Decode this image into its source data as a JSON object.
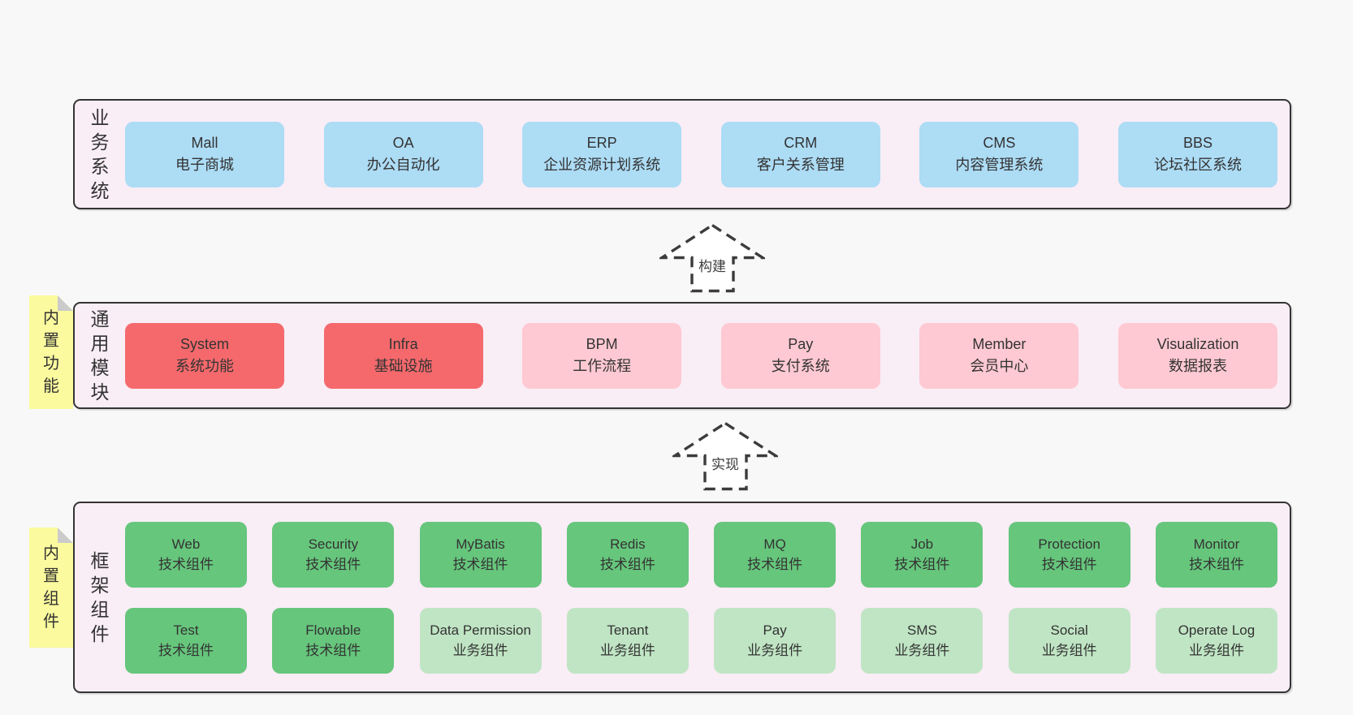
{
  "page": {
    "background": "#f8f8f8"
  },
  "palette": {
    "panel_bg": "#f9edf6",
    "panel_border": "#343434",
    "blue": "#addcf5",
    "red": "#f5696c",
    "pink": "#fec9d2",
    "green": "#66c67c",
    "light_green": "#c0e5c4",
    "note_yellow": "#fbfa9e",
    "note_fold": "#cbcbcb",
    "text": "#333333"
  },
  "arrows": [
    {
      "id": "build",
      "label": "构建"
    },
    {
      "id": "implement",
      "label": "实现"
    }
  ],
  "sections": [
    {
      "id": "business-systems",
      "side_label": "业务系统",
      "note": null,
      "rows": [
        [
          {
            "title": "Mall",
            "subtitle": "电子商城",
            "variant": "blue"
          },
          {
            "title": "OA",
            "subtitle": "办公自动化",
            "variant": "blue"
          },
          {
            "title": "ERP",
            "subtitle": "企业资源计划系统",
            "variant": "blue"
          },
          {
            "title": "CRM",
            "subtitle": "客户关系管理",
            "variant": "blue"
          },
          {
            "title": "CMS",
            "subtitle": "内容管理系统",
            "variant": "blue"
          },
          {
            "title": "BBS",
            "subtitle": "论坛社区系统",
            "variant": "blue"
          }
        ]
      ]
    },
    {
      "id": "common-modules",
      "side_label": "通用模块",
      "note": "内置功能",
      "rows": [
        [
          {
            "title": "System",
            "subtitle": "系统功能",
            "variant": "red"
          },
          {
            "title": "Infra",
            "subtitle": "基础设施",
            "variant": "red"
          },
          {
            "title": "BPM",
            "subtitle": "工作流程",
            "variant": "pink"
          },
          {
            "title": "Pay",
            "subtitle": "支付系统",
            "variant": "pink"
          },
          {
            "title": "Member",
            "subtitle": "会员中心",
            "variant": "pink"
          },
          {
            "title": "Visualization",
            "subtitle": "数据报表",
            "variant": "pink"
          }
        ]
      ]
    },
    {
      "id": "framework-components",
      "side_label": "框架组件",
      "note": "内置组件",
      "rows": [
        [
          {
            "title": "Web",
            "subtitle": "技术组件",
            "variant": "green"
          },
          {
            "title": "Security",
            "subtitle": "技术组件",
            "variant": "green"
          },
          {
            "title": "MyBatis",
            "subtitle": "技术组件",
            "variant": "green"
          },
          {
            "title": "Redis",
            "subtitle": "技术组件",
            "variant": "green"
          },
          {
            "title": "MQ",
            "subtitle": "技术组件",
            "variant": "green"
          },
          {
            "title": "Job",
            "subtitle": "技术组件",
            "variant": "green"
          },
          {
            "title": "Protection",
            "subtitle": "技术组件",
            "variant": "green"
          },
          {
            "title": "Monitor",
            "subtitle": "技术组件",
            "variant": "green"
          }
        ],
        [
          {
            "title": "Test",
            "subtitle": "技术组件",
            "variant": "green"
          },
          {
            "title": "Flowable",
            "subtitle": "技术组件",
            "variant": "green"
          },
          {
            "title": "Data Permission",
            "subtitle": "业务组件",
            "variant": "light_green"
          },
          {
            "title": "Tenant",
            "subtitle": "业务组件",
            "variant": "light_green"
          },
          {
            "title": "Pay",
            "subtitle": "业务组件",
            "variant": "light_green"
          },
          {
            "title": "SMS",
            "subtitle": "业务组件",
            "variant": "light_green"
          },
          {
            "title": "Social",
            "subtitle": "业务组件",
            "variant": "light_green"
          },
          {
            "title": "Operate Log",
            "subtitle": "业务组件",
            "variant": "light_green"
          }
        ]
      ]
    }
  ]
}
